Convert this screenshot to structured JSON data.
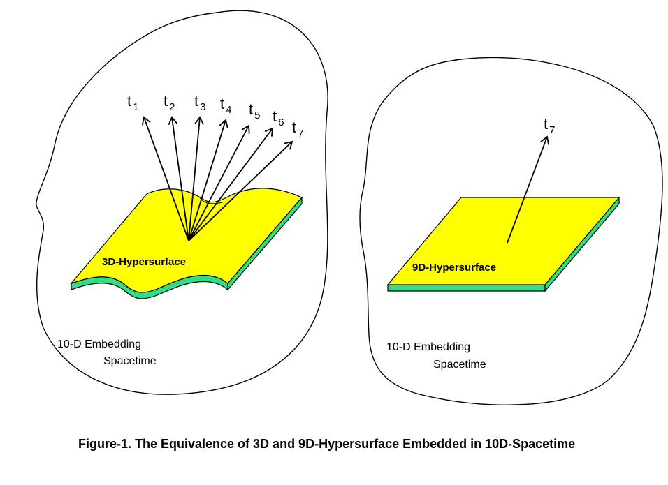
{
  "left_panel": {
    "surface_label": "3D-Hypersurface",
    "embedding_line1": "10-D Embedding",
    "embedding_line2": "Spacetime",
    "vectors": [
      {
        "base": "t",
        "sub": "1"
      },
      {
        "base": "t",
        "sub": "2"
      },
      {
        "base": "t",
        "sub": "3"
      },
      {
        "base": "t",
        "sub": "4"
      },
      {
        "base": "t",
        "sub": "5"
      },
      {
        "base": "t",
        "sub": "6"
      },
      {
        "base": "t",
        "sub": "7"
      }
    ]
  },
  "right_panel": {
    "surface_label": "9D-Hypersurface",
    "embedding_line1": "10-D Embedding",
    "embedding_line2": "Spacetime",
    "vectors": [
      {
        "base": "t",
        "sub": "7"
      }
    ]
  },
  "caption": "Figure-1. The Equivalence of 3D and 9D-Hypersurface Embedded in 10D-Spacetime",
  "colors": {
    "surface_fill": "#ffff00",
    "surface_edge": "#33dd88",
    "outline": "#000000"
  }
}
